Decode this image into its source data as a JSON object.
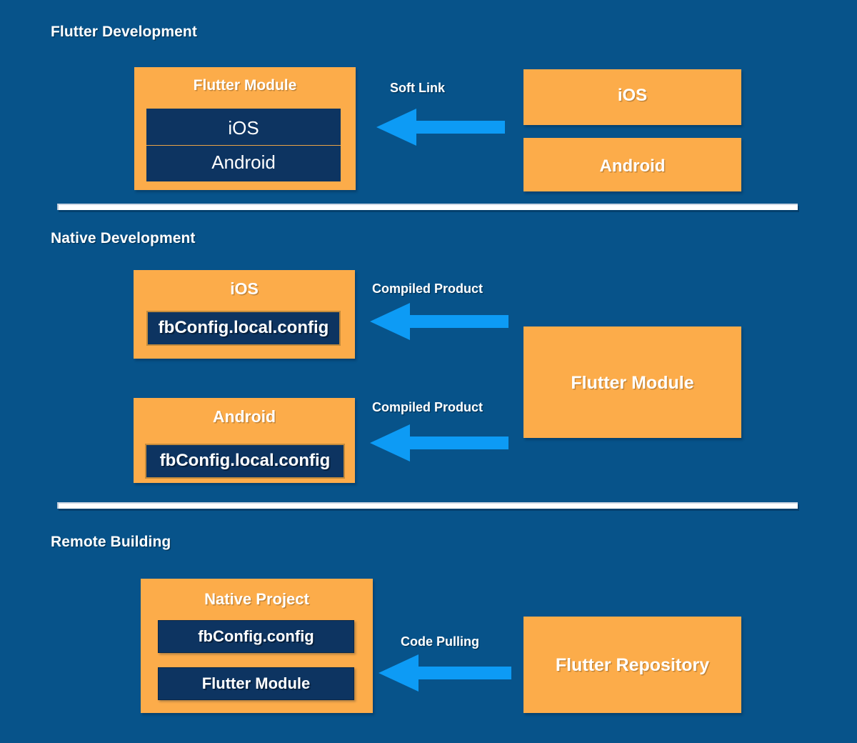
{
  "theme": {
    "background": "#07538a",
    "panel_orange": "#fcac4a",
    "panel_navy": "#0d3461",
    "arrow_blue": "#0d9bf5",
    "text_white": "#ffffff",
    "rule_white": "#ffffff"
  },
  "sections": [
    {
      "id": "flutter-development",
      "title": "Flutter Development",
      "left_panel": {
        "title": "Flutter Module",
        "children": [
          "iOS",
          "Android"
        ]
      },
      "arrow_label": "Soft Link",
      "right_panels": [
        "iOS",
        "Android"
      ]
    },
    {
      "id": "native-development",
      "title": "Native Development",
      "left_panels": [
        {
          "title": "iOS",
          "child": "fbConfig.local.config"
        },
        {
          "title": "Android",
          "child": "fbConfig.local.config"
        }
      ],
      "arrow_labels": [
        "Compiled Product",
        "Compiled Product"
      ],
      "right_panel": "Flutter Module"
    },
    {
      "id": "remote-building",
      "title": "Remote Building",
      "left_panel": {
        "title": "Native Project",
        "children": [
          "fbConfig.config",
          "Flutter Module"
        ]
      },
      "arrow_label": "Code Pulling",
      "right_panel": "Flutter Repository"
    }
  ]
}
